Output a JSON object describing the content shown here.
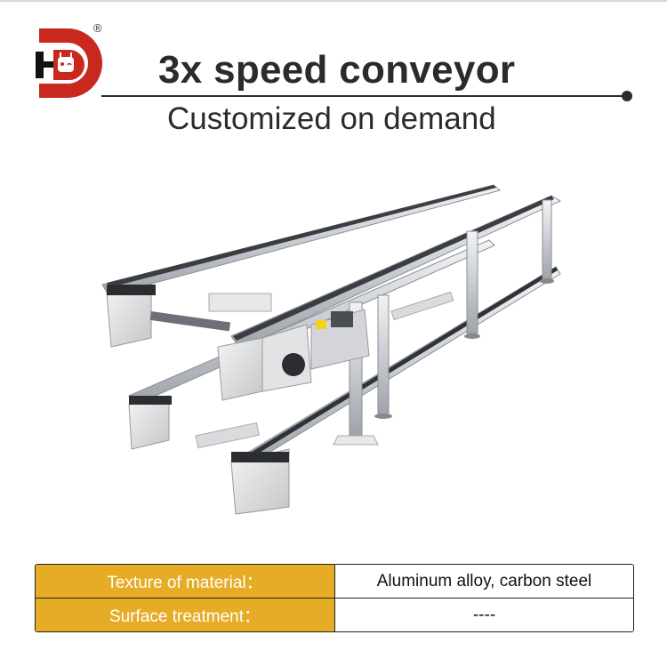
{
  "brand": {
    "logo_icon": "hd-robot-logo-icon",
    "registered_mark": "®",
    "colors": {
      "red": "#c8281e",
      "black": "#111111"
    }
  },
  "header": {
    "title": "3x speed conveyor",
    "subtitle": "Customized on demand"
  },
  "product_image": {
    "icon": "dual-track-conveyor-image",
    "description": "Aluminum double-lane speed chain conveyor with servo motor drive"
  },
  "specs": {
    "rows": [
      {
        "label": "Texture of material：",
        "value": "Aluminum alloy, carbon steel"
      },
      {
        "label": "Surface treatment：",
        "value": "----"
      }
    ],
    "colors": {
      "label_bg": "#e6ac26",
      "border": "#222222"
    }
  }
}
